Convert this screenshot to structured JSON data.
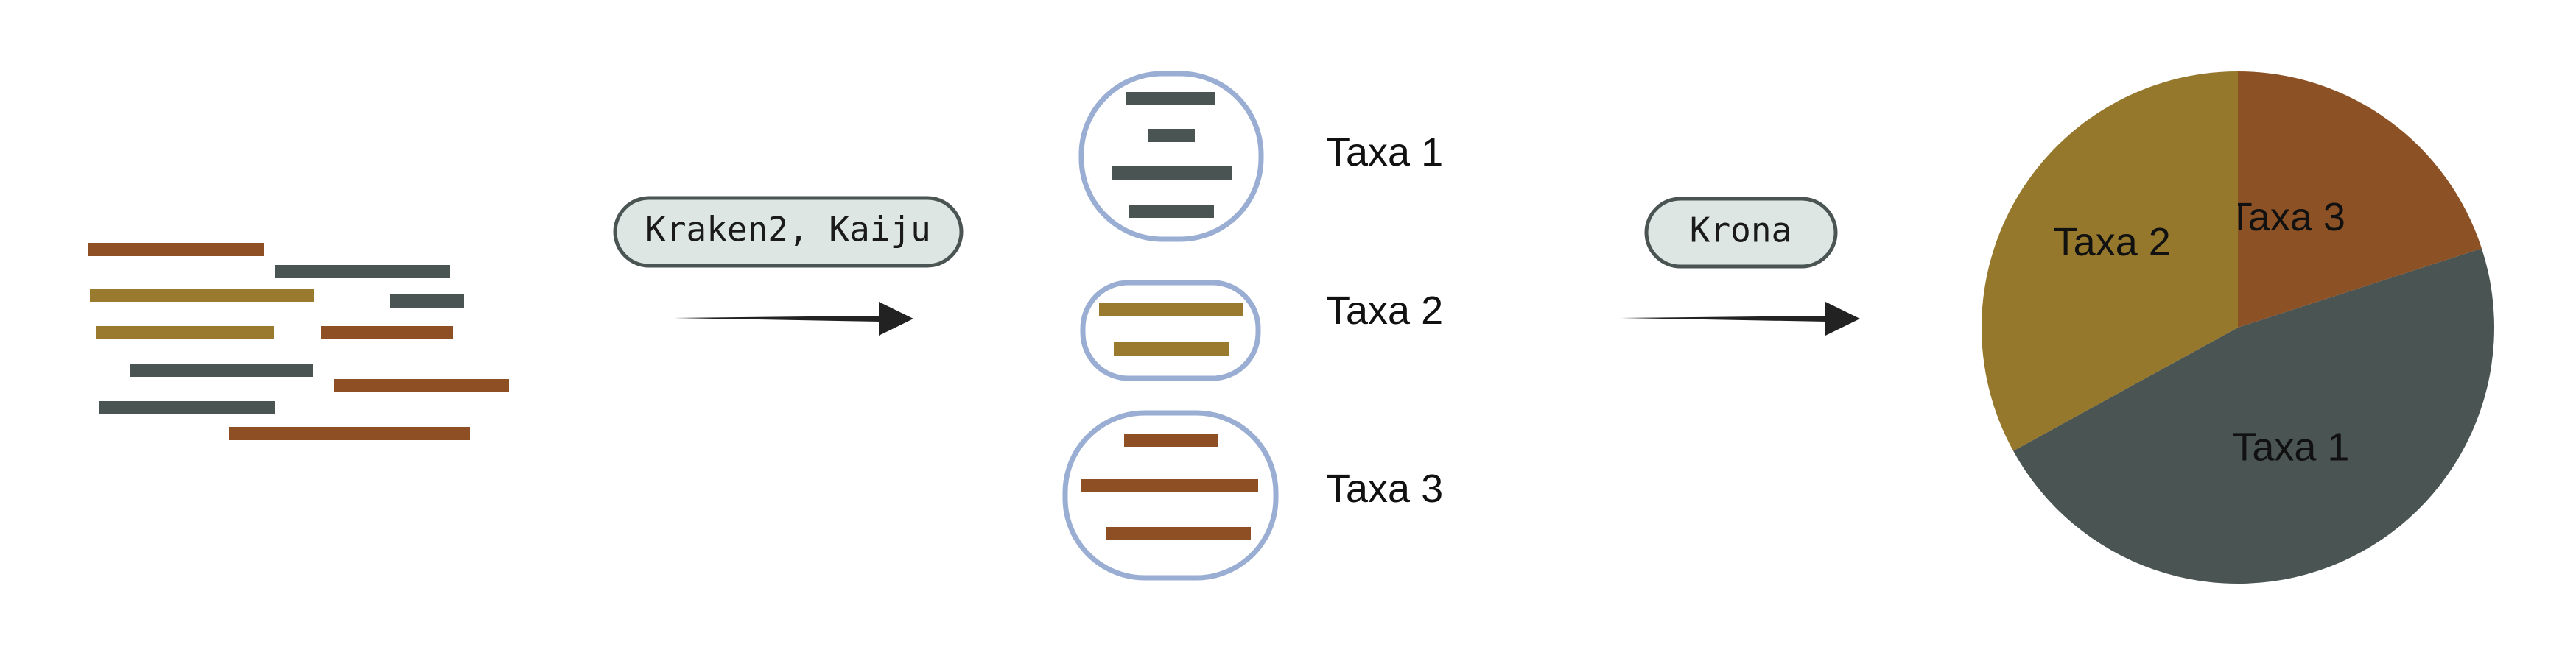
{
  "colors": {
    "brown": "#8f4f24",
    "gold": "#9a7a2e",
    "slate": "#4a5553",
    "cluster_outline": "#9aaed4",
    "pill_fill": "#dde6e3",
    "pill_stroke": "#4a5553",
    "arrow": "#222222",
    "pie_taxa1": "#4a5553",
    "pie_taxa2": "#95782c",
    "pie_taxa3": "#8c5225"
  },
  "tools": {
    "classifier": "Kraken2, Kaiju",
    "visualizer": "Krona"
  },
  "clusters": [
    {
      "label": "Taxa 1",
      "color": "slate"
    },
    {
      "label": "Taxa 2",
      "color": "gold"
    },
    {
      "label": "Taxa 3",
      "color": "brown"
    }
  ],
  "pie": {
    "slices": [
      {
        "label": "Taxa 3",
        "fraction": 0.2,
        "color": "pie_taxa3"
      },
      {
        "label": "Taxa 1",
        "fraction": 0.47,
        "color": "pie_taxa1"
      },
      {
        "label": "Taxa 2",
        "fraction": 0.33,
        "color": "pie_taxa2"
      }
    ]
  }
}
